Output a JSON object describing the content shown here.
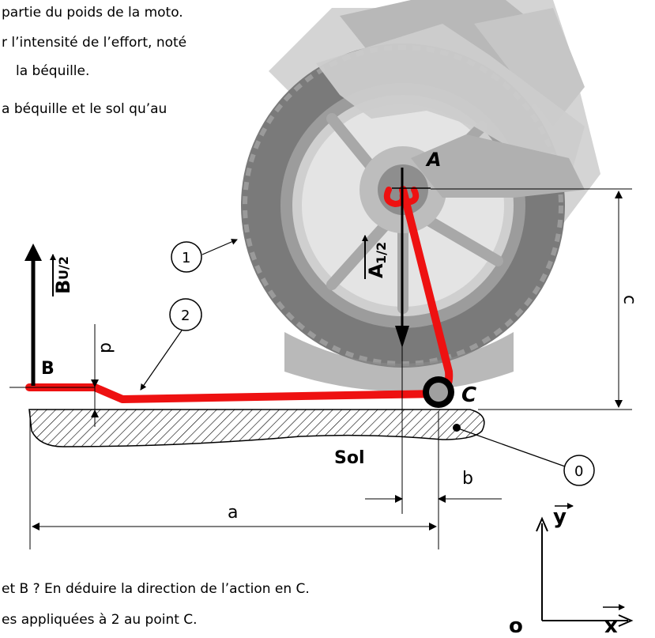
{
  "text_lines": {
    "line1": "partie du poids de la moto.",
    "line2": "r l’intensité de l’effort, noté",
    "line3": "la béquille.",
    "line4": "a béquille et le sol qu’au",
    "bottom1": "et B ? En déduire la direction de l’action en C.",
    "bottom2": "es appliquées à 2 au point C."
  },
  "points": {
    "A": "A",
    "B": "B",
    "C": "C"
  },
  "vectors": {
    "B_main": "B",
    "B_sub": "U/2",
    "A_main": "A",
    "A_sub": "1/2"
  },
  "part_labels": {
    "p0": "0",
    "p1": "1",
    "p2": "2"
  },
  "dimensions": {
    "a": "a",
    "b": "b",
    "c": "c",
    "p": "p"
  },
  "ground_label": "Sol",
  "axes": {
    "x": "x",
    "y": "y",
    "origin": "o"
  },
  "colors": {
    "leg": "#ee1111",
    "ink": "#000000",
    "wheel": "#8a8a8a"
  }
}
